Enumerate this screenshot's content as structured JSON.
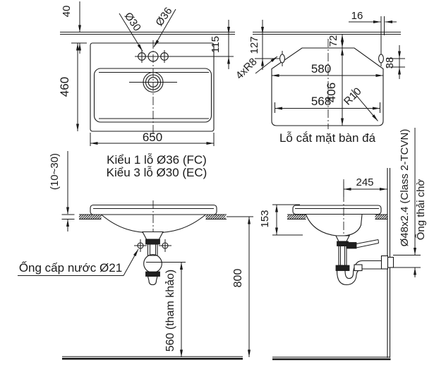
{
  "colors": {
    "ink": "#1a1a1a",
    "background": "#ffffff"
  },
  "plan_view": {
    "dim_40": "40",
    "dim_460": "460",
    "dim_115": "115",
    "dim_650": "650",
    "hole_small_label": "Ø30",
    "hole_center_label": "Ø36",
    "caption_line1": "Kiểu 1 lỗ Ø36 (FC)",
    "caption_line2": "Kiểu 3 lỗ Ø30 (EC)"
  },
  "cutout_view": {
    "dim_16": "16",
    "dim_127": "127",
    "dim_72": "72",
    "dim_580": "580",
    "dim_568": "568",
    "dim_406": "406",
    "dim_38": "38",
    "corner_label": "4xR8",
    "radius_label": "R10",
    "caption": "Lỗ cắt mặt bàn đá"
  },
  "front_view": {
    "dim_thickness": "(10~30)",
    "dim_560": "560 (tham khảo)",
    "dim_800": "800",
    "supply_label": "Ống cấp nước Ø21"
  },
  "side_view": {
    "dim_245": "245",
    "dim_153": "153",
    "waste_pipe_label": "Ø48x2.4 (Class 2-TCVN)",
    "waste_stub_label": "Ống thải chờ"
  }
}
